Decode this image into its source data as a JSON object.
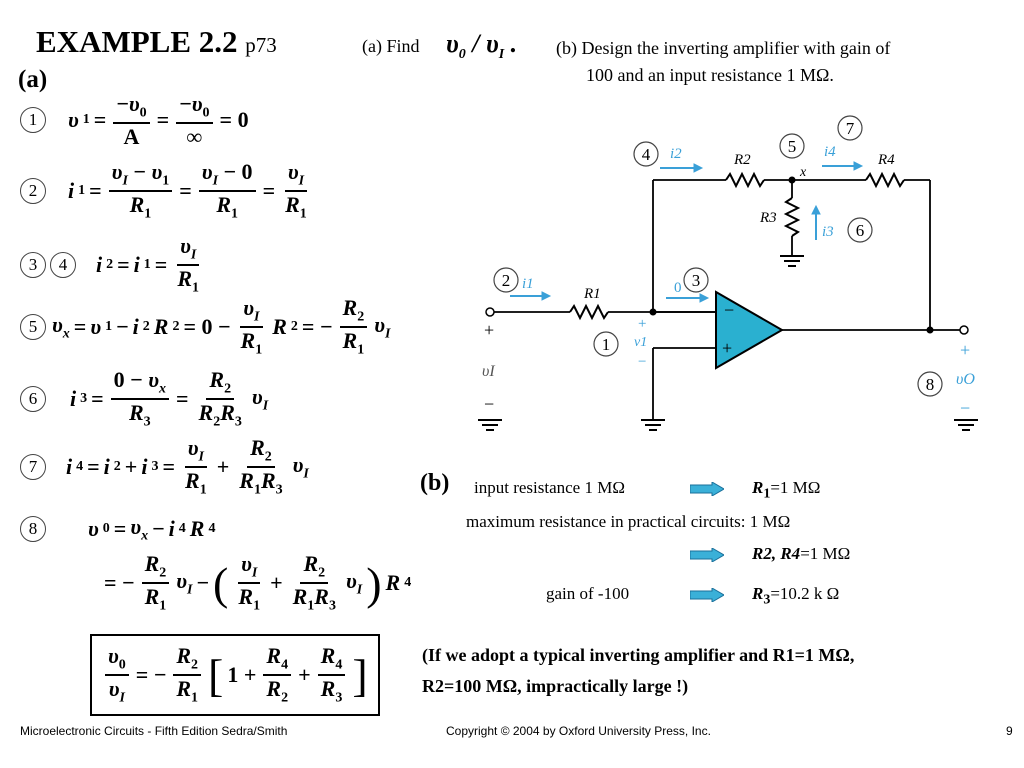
{
  "title": {
    "main": "EXAMPLE 2.2",
    "page": "p73"
  },
  "part_a_label": "(a)",
  "part_b_label": "(b)",
  "find": {
    "label": "(a) Find",
    "expr": "υ0 / υI ."
  },
  "design": {
    "line1": "(b) Design the inverting amplifier with gain of",
    "line2": "100 and an input resistance 1 MΩ."
  },
  "steps": [
    {
      "n": "1"
    },
    {
      "n": "2"
    },
    {
      "n": "3"
    },
    {
      "n": "4"
    },
    {
      "n": "5"
    },
    {
      "n": "6"
    },
    {
      "n": "7"
    },
    {
      "n": "8"
    }
  ],
  "circuit": {
    "labels": {
      "i1": "i1",
      "i2": "i2",
      "i3": "i3",
      "i4": "i4",
      "R1": "R1",
      "R2": "R2",
      "R3": "R3",
      "R4": "R4",
      "x": "x",
      "zero": "0",
      "minus": "−",
      "plus": "+",
      "v1": "v1",
      "vI": "υI",
      "vO": "υO"
    },
    "markers": [
      "1",
      "2",
      "3",
      "4",
      "5",
      "6",
      "7",
      "8"
    ],
    "colors": {
      "blue": "#3aa0d8",
      "black": "#000000",
      "opamp": "#2ab0d0"
    }
  },
  "part_b": {
    "rows": [
      {
        "left": "input resistance 1 MΩ",
        "right_sym": "R",
        "right_sub": "1",
        "right_val": "=1 MΩ"
      },
      {
        "text": "maximum resistance in practical circuits: 1 MΩ"
      },
      {
        "right_sym": "R2, R4",
        "right_val": "=1 MΩ"
      },
      {
        "left": "gain of -100",
        "right_sym": "R",
        "right_sub": "3",
        "right_val": "=10.2 k Ω"
      }
    ]
  },
  "note": {
    "line1": "(If we adopt a typical inverting amplifier and R1=1 MΩ,",
    "line2": "R2=100 MΩ, impractically large !)"
  },
  "footer": {
    "left": "Microelectronic Circuits - Fifth Edition    Sedra/Smith",
    "center": "Copyright © 2004 by Oxford University Press, Inc.",
    "page": "9"
  },
  "colors": {
    "arrow_fill": "#3ab0d8",
    "arrow_border": "#1a6f9a"
  }
}
